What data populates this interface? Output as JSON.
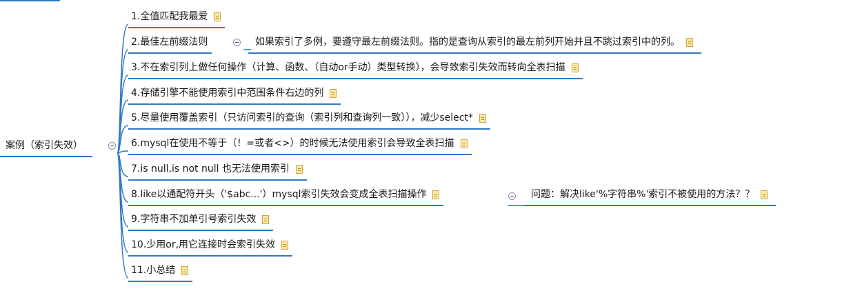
{
  "root": {
    "label": "案例（索引失效）"
  },
  "children": [
    {
      "label": "1.全值匹配我最爱"
    },
    {
      "label": "2.最佳左前缀法则",
      "child": {
        "label": "如果索引了多例，要遵守最左前缀法则。指的是查询从索引的最左前列开始并且不跳过索引中的列。"
      }
    },
    {
      "label": "3.不在索引列上做任何操作（计算、函数、（自动or手动）类型转换），会导致索引失效而转向全表扫描"
    },
    {
      "label": "4.存储引擎不能使用索引中范围条件右边的列"
    },
    {
      "label": "5.尽量使用覆盖索引（只访问索引的查询（索引列和查询列一致）），减少select*"
    },
    {
      "label": "6.mysql在使用不等于（！=或者<>）的时候无法使用索引会导致全表扫描"
    },
    {
      "label": "7.is null,is not null 也无法使用索引"
    },
    {
      "label": "8.like以通配符开头（'$abc...'）mysql索引失效会变成全表扫描操作",
      "child": {
        "label": "问题：解决like'%字符串%'索引不被使用的方法？？"
      }
    },
    {
      "label": "9.字符串不加单引号索引失效"
    },
    {
      "label": "10.少用or,用它连接时会索引失效"
    },
    {
      "label": "11.小总结"
    }
  ],
  "colors": {
    "line": "#2f78c4",
    "note": "#fbe7a6"
  },
  "icons": {
    "note": "note-icon",
    "collapse": "collapse-toggle-icon"
  }
}
